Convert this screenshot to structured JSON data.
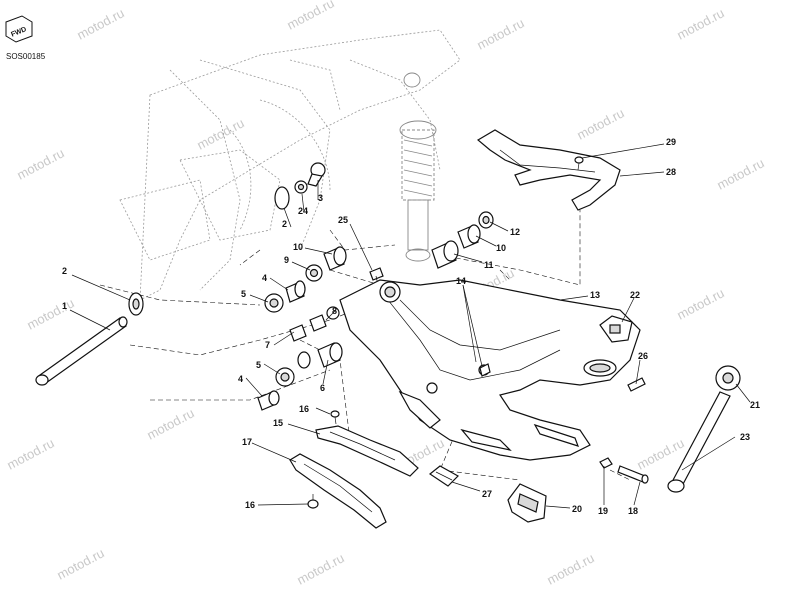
{
  "drawing": {
    "ref_code": "SOS00185",
    "direction_tag": "FWD"
  },
  "watermark": {
    "text": "motod.ru"
  },
  "callouts": {
    "c1": "1",
    "c2a": "2",
    "c2b": "2",
    "c3": "3",
    "c4a": "4",
    "c4b": "4",
    "c5a": "5",
    "c5b": "5",
    "c6": "6",
    "c7": "7",
    "c8": "8",
    "c9": "9",
    "c10a": "10",
    "c10b": "10",
    "c11": "11",
    "c12": "12",
    "c13": "13",
    "c14": "14",
    "c15": "15",
    "c16a": "16",
    "c16b": "16",
    "c17": "17",
    "c18": "18",
    "c19": "19",
    "c20": "20",
    "c21": "21",
    "c22": "22",
    "c23": "23",
    "c24": "24",
    "c25": "25",
    "c26": "26",
    "c27": "27",
    "c28": "28",
    "c29": "29"
  }
}
